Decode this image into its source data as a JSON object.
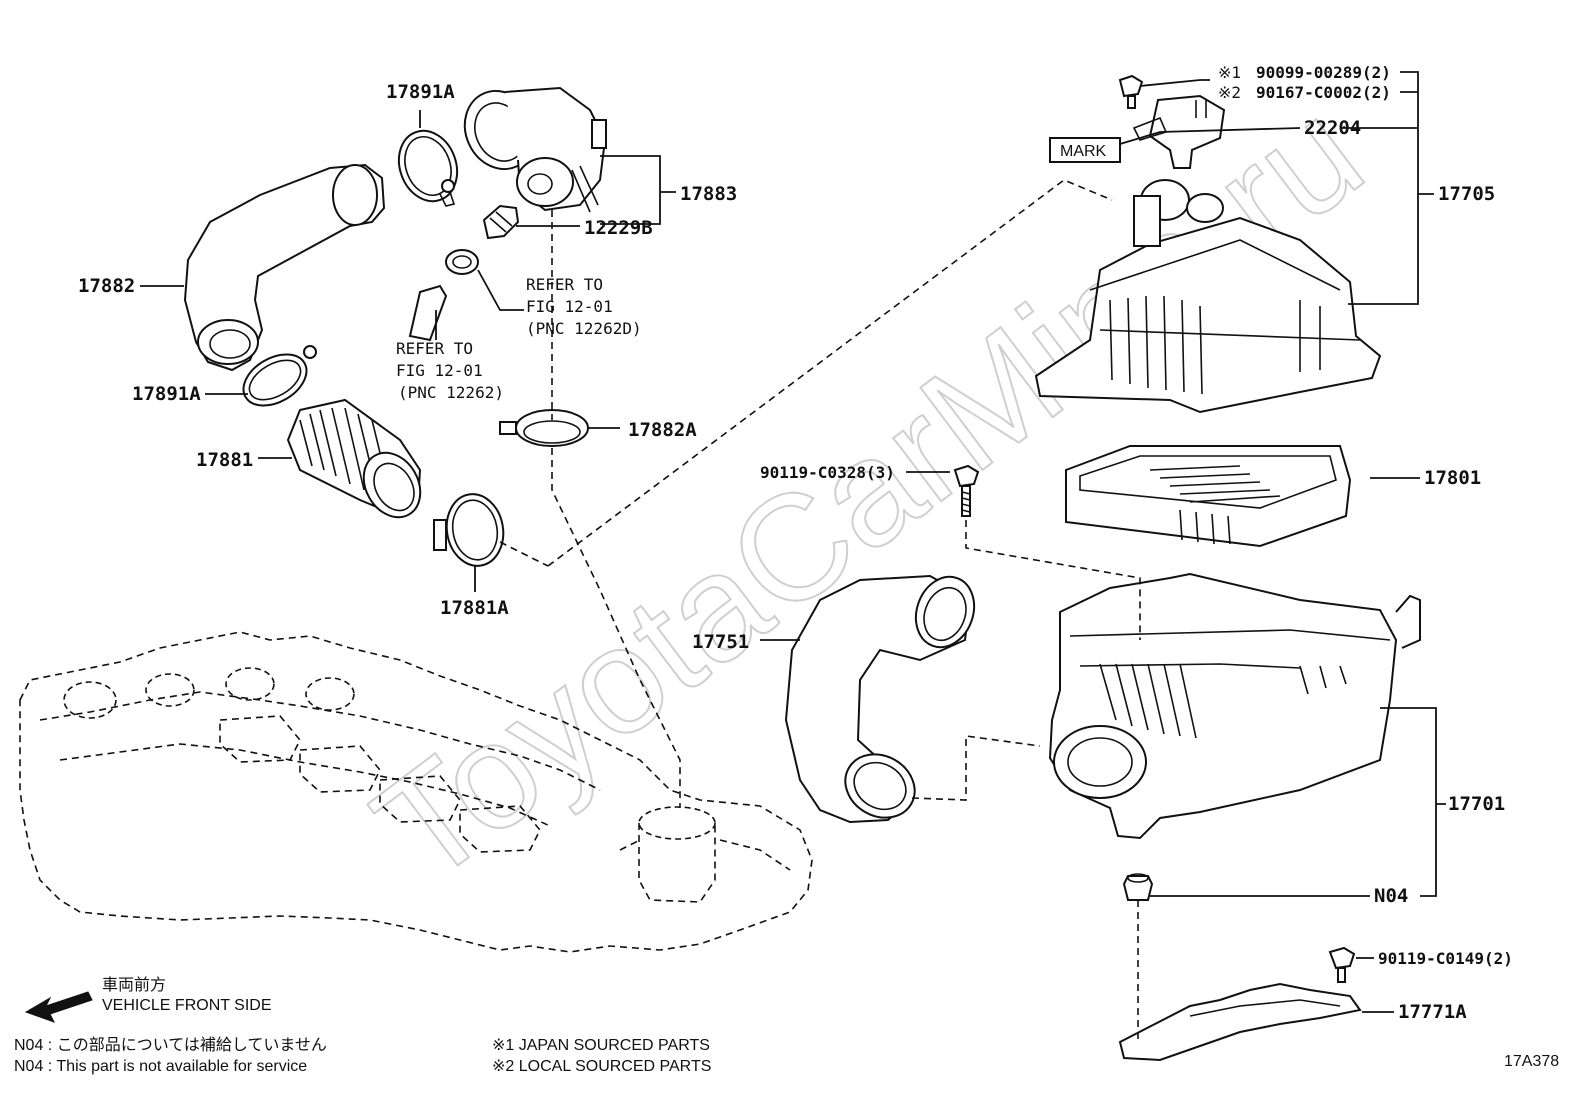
{
  "watermark": "ToyotaCarMine.ru",
  "parts": {
    "p17891a_top": "17891A",
    "p17883": "17883",
    "p12229b": "12229B",
    "p17882": "17882",
    "p17891a_mid": "17891A",
    "p17881": "17881",
    "p17881a": "17881A",
    "p17882a": "17882A",
    "p17751": "17751",
    "p90119_c0328": "90119-C0328(3)",
    "p17801": "17801",
    "p17705": "17705",
    "p22204": "22204",
    "p90099": "90099-00289(2)",
    "p90167": "90167-C0002(2)",
    "mark1": "※1",
    "mark2": "※2",
    "p17701": "17701",
    "pN04": "N04",
    "p90119_c0149": "90119-C0149(2)",
    "p17771a": "17771A",
    "mark_box": "MARK"
  },
  "refs": {
    "ref1": {
      "l1": "REFER TO",
      "l2": "FIG 12-01",
      "l3": "(PNC 12262D)"
    },
    "ref2": {
      "l1": "REFER TO",
      "l2": "FIG 12-01",
      "l3": "(PNC 12262)"
    }
  },
  "notes": {
    "front_jp": "車両前方",
    "front_en": "VEHICLE FRONT SIDE",
    "n04_jp": "N04 : この部品については補給していません",
    "n04_en": "N04 : This part is not available for service",
    "src1": "※1  JAPAN SOURCED PARTS",
    "src2": "※2  LOCAL SOURCED PARTS",
    "code": "17A378"
  }
}
